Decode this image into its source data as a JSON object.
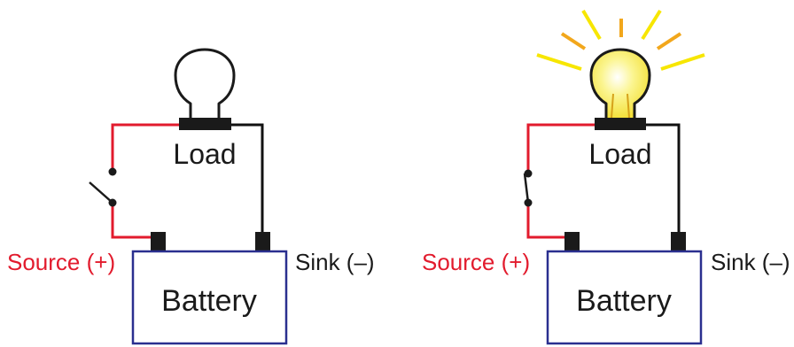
{
  "left_circuit": {
    "state": "switch open, bulb off",
    "load_label": "Load",
    "battery_label": "Battery",
    "source_label": "Source (+)",
    "sink_label": "Sink (–)"
  },
  "right_circuit": {
    "state": "switch closed, bulb lit",
    "load_label": "Load",
    "battery_label": "Battery",
    "source_label": "Source (+)",
    "sink_label": "Sink (–)"
  },
  "colors": {
    "source_wire": "#e21b2d",
    "sink_wire": "#111111",
    "battery_outline": "#2a2f8f",
    "terminal": "#1a1a1a",
    "glow_outer": "#f7e600",
    "glow_inner": "#f2a71c",
    "bulb_lit": "#f9ee6a",
    "text_dark": "#1a1a1a",
    "text_source": "#e21b2d"
  }
}
